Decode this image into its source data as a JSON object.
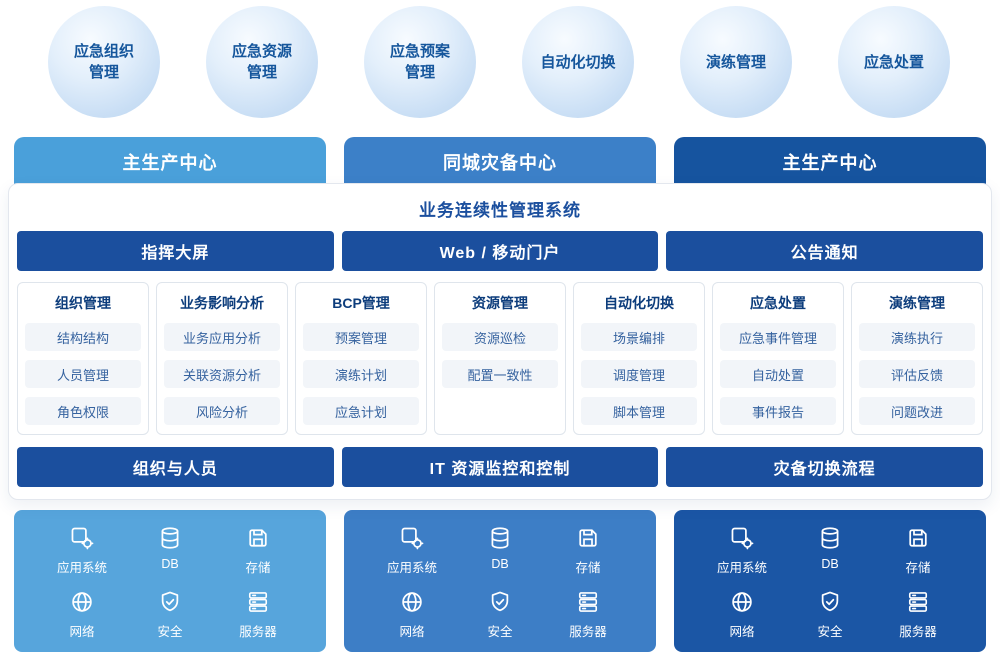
{
  "colors": {
    "center_light": "#4aa0da",
    "center_medium": "#3c80c8",
    "center_dark": "#16549f",
    "navy_bar": "#1b4f9e",
    "circle_text": "#15569c"
  },
  "circles": [
    "应急组织\n管理",
    "应急资源\n管理",
    "应急预案\n管理",
    "自动化切换",
    "演练管理",
    "应急处置"
  ],
  "centers": [
    {
      "title": "主生产中心"
    },
    {
      "title": "同城灾备中心"
    },
    {
      "title": "主生产中心"
    }
  ],
  "system": {
    "title": "业务连续性管理系统",
    "portals": [
      "指挥大屏",
      "Web / 移动门户",
      "公告通知"
    ],
    "modules": [
      {
        "title": "组织管理",
        "items": [
          "结构结构",
          "人员管理",
          "角色权限"
        ]
      },
      {
        "title": "业务影响分析",
        "items": [
          "业务应用分析",
          "关联资源分析",
          "风险分析"
        ]
      },
      {
        "title": "BCP管理",
        "items": [
          "预案管理",
          "演练计划",
          "应急计划"
        ]
      },
      {
        "title": "资源管理",
        "items": [
          "资源巡检",
          "配置一致性"
        ]
      },
      {
        "title": "自动化切换",
        "items": [
          "场景编排",
          "调度管理",
          "脚本管理"
        ]
      },
      {
        "title": "应急处置",
        "items": [
          "应急事件管理",
          "自动处置",
          "事件报告"
        ]
      },
      {
        "title": "演练管理",
        "items": [
          "演练执行",
          "评估反馈",
          "问题改进"
        ]
      }
    ],
    "foundations": [
      "组织与人员",
      "IT 资源监控和控制",
      "灾备切换流程"
    ]
  },
  "infrastructure": {
    "items": [
      "应用系统",
      "DB",
      "存储",
      "网络",
      "安全",
      "服务器"
    ]
  }
}
